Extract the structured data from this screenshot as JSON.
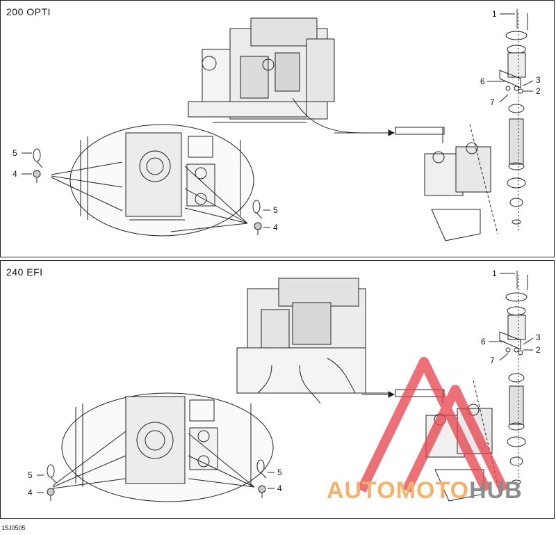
{
  "panels": [
    {
      "title": "200 OPTI",
      "callouts": {
        "c1": "1",
        "c2": "2",
        "c3": "3",
        "c4a": "4",
        "c4b": "4",
        "c5a": "5",
        "c5b": "5",
        "c6": "6",
        "c7": "7"
      }
    },
    {
      "title": "240 EFI",
      "callouts": {
        "c1": "1",
        "c2": "2",
        "c3": "3",
        "c4a": "4",
        "c4b": "4",
        "c5a": "5",
        "c5b": "5",
        "c6": "6",
        "c7": "7"
      }
    }
  ],
  "document_code": "15J0505",
  "watermark": {
    "part1": "AUTOMOTO",
    "part2": "HUB",
    "color_primary": "#e8404a",
    "color_secondary": "#8c8c8c"
  }
}
